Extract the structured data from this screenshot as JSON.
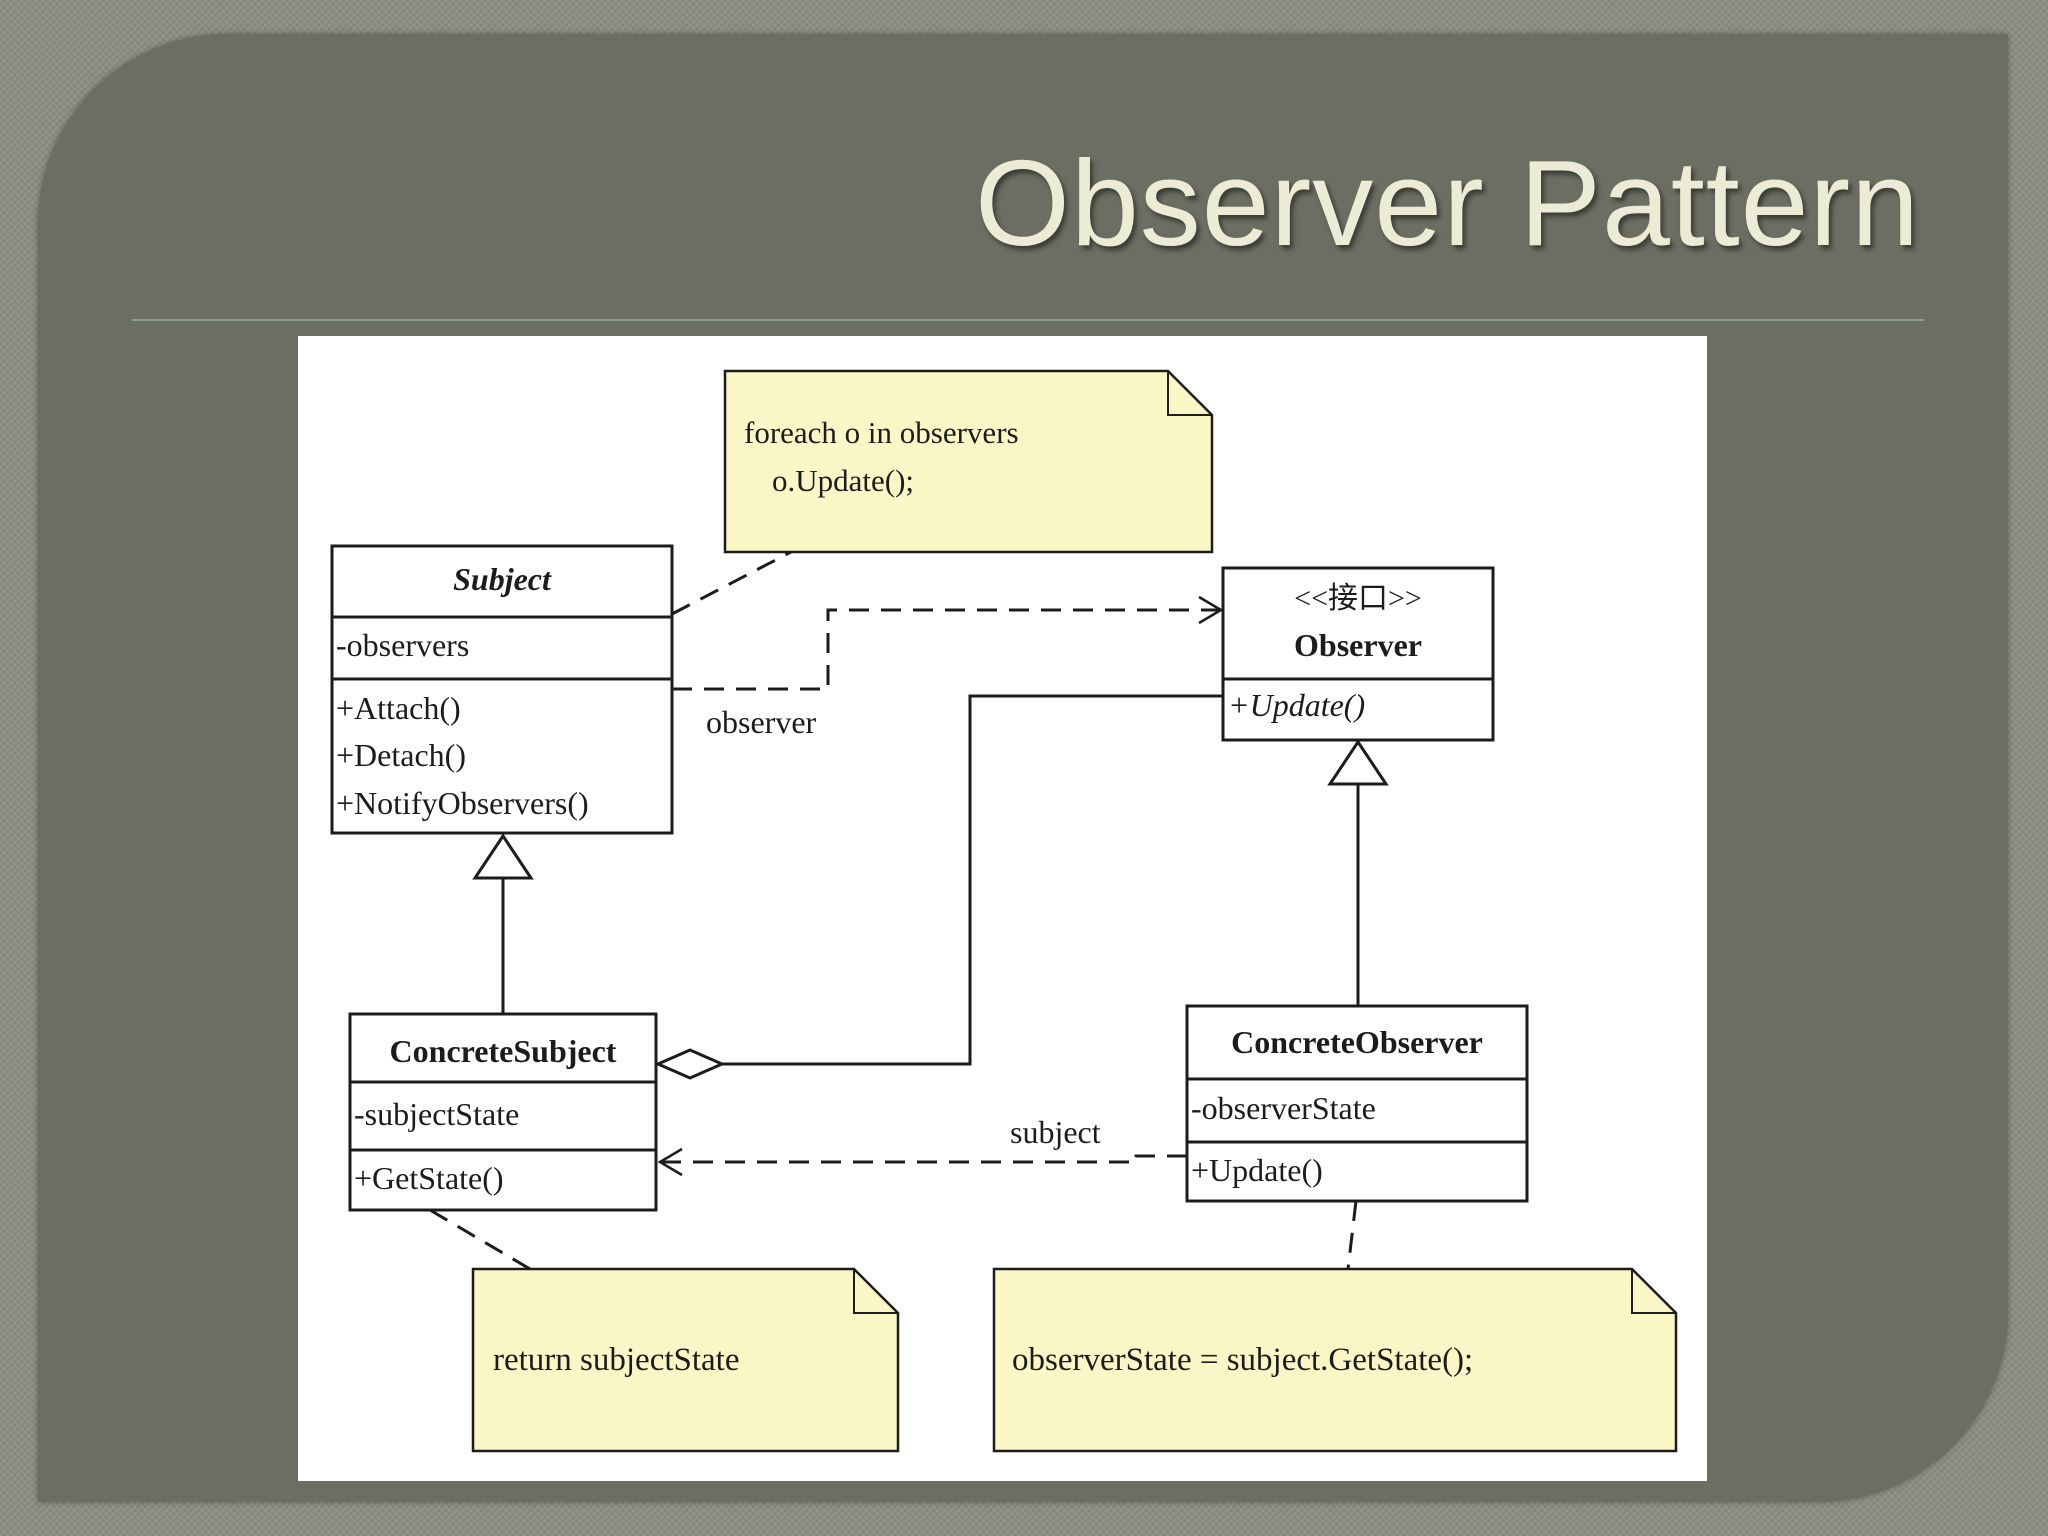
{
  "slide": {
    "title": "Observer Pattern"
  },
  "diagram": {
    "notes": {
      "notify": {
        "line1": "foreach o in observers",
        "line2": "o.Update();"
      },
      "get_state": {
        "text": "return subjectState"
      },
      "observer_update": {
        "text": "observerState = subject.GetState();"
      }
    },
    "classes": {
      "subject": {
        "name": "Subject",
        "attributes": [
          "-observers"
        ],
        "methods": [
          "+Attach()",
          "+Detach()",
          "+NotifyObservers()"
        ]
      },
      "observer": {
        "stereotype": "<<接口>>",
        "name": "Observer",
        "methods": [
          "+Update()"
        ]
      },
      "concrete_subject": {
        "name": "ConcreteSubject",
        "attributes": [
          "-subjectState"
        ],
        "methods": [
          "+GetState()"
        ]
      },
      "concrete_observer": {
        "name": "ConcreteObserver",
        "attributes": [
          "-observerState"
        ],
        "methods": [
          "+Update()"
        ]
      }
    },
    "relations": {
      "subject_to_observer": {
        "label": "observer"
      },
      "observer_to_subject": {
        "label": "subject"
      }
    },
    "colors": {
      "note_fill": "#fbf6c6",
      "line": "#1c1c1c",
      "box_fill": "#ffffff"
    }
  }
}
